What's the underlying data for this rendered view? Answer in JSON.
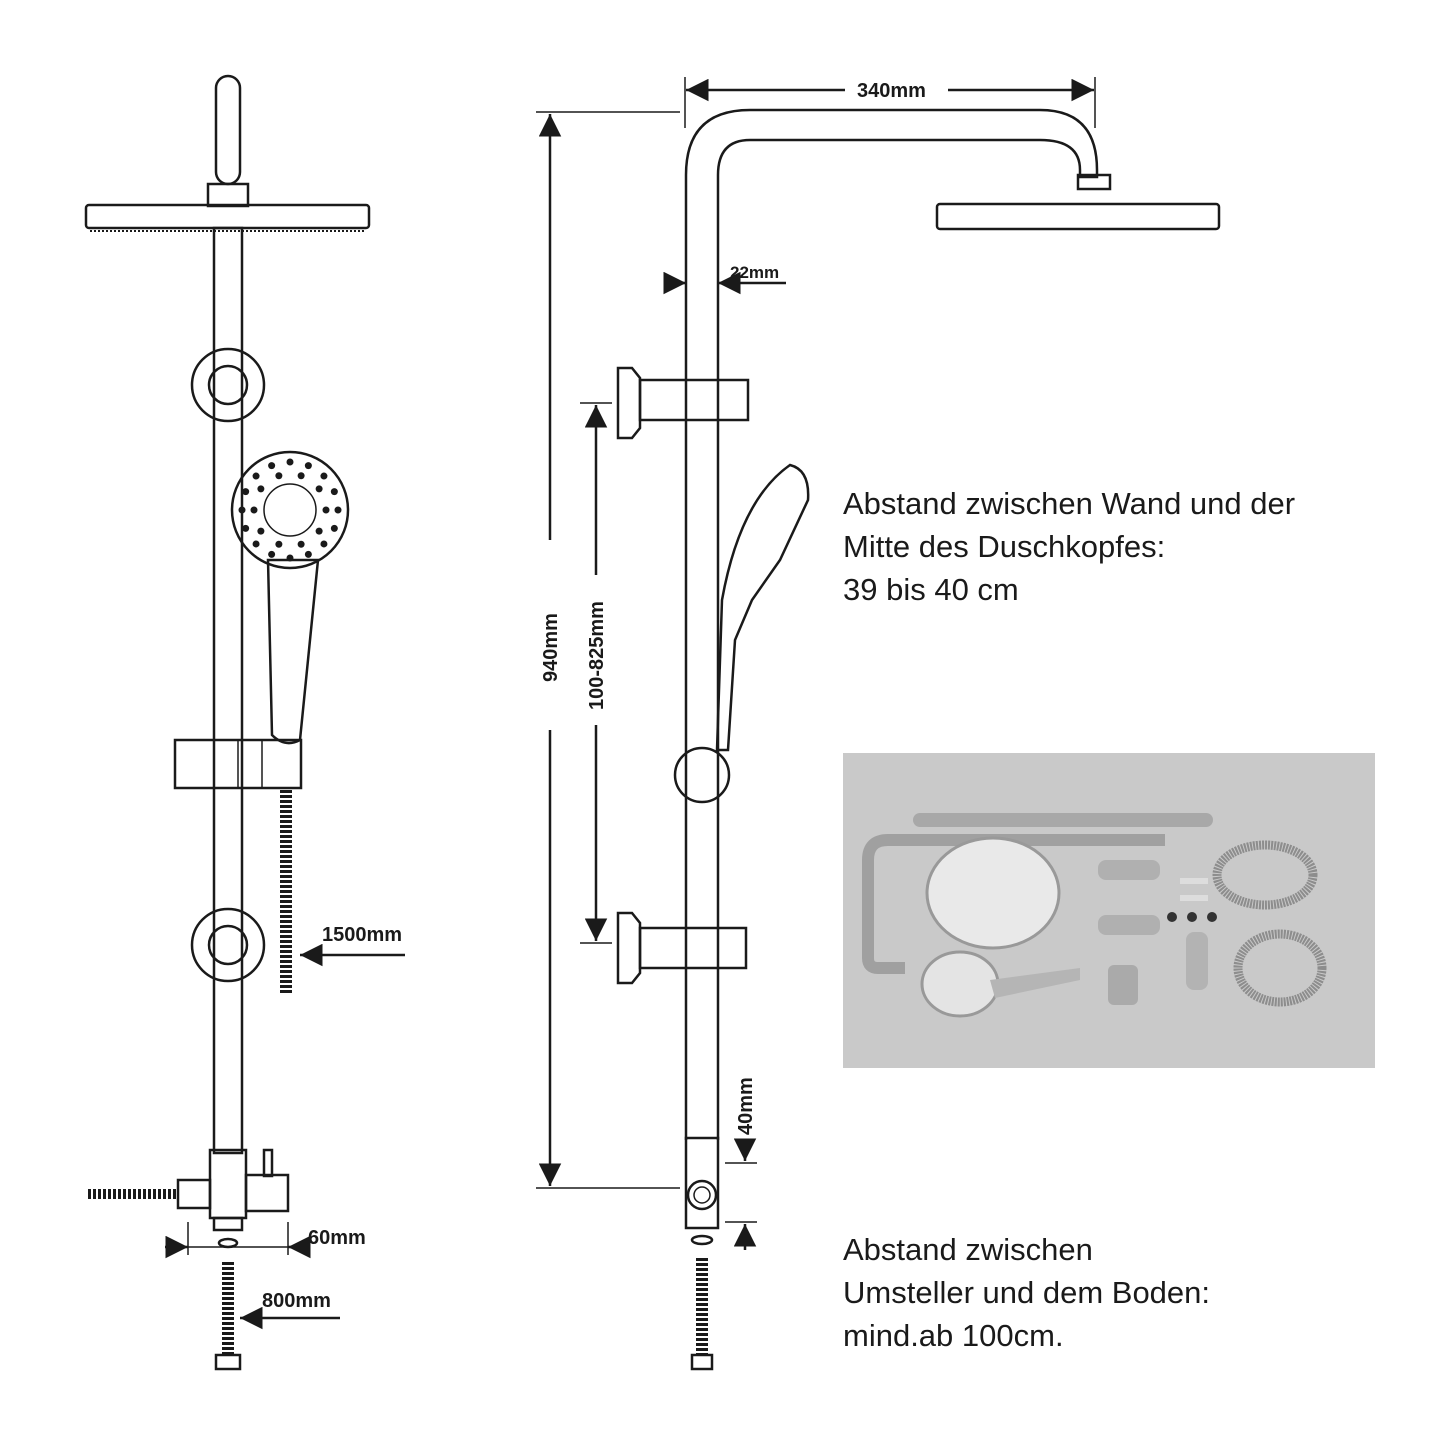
{
  "dimensions": {
    "hose_hand": "1500mm",
    "diverter_width": "60mm",
    "hose_supply": "800mm",
    "arm_length": "340mm",
    "pipe_diameter": "22mm",
    "total_height": "940mm",
    "bracket_range": "100-825mm",
    "diverter_offset": "40mm"
  },
  "notes": {
    "wall_distance": [
      "Abstand zwischen Wand und der",
      "Mitte des Duschkopfes:",
      "39 bis 40 cm"
    ],
    "floor_distance": [
      "Abstand zwischen",
      "Umsteller und dem Boden:",
      "mind.ab 100cm."
    ]
  },
  "colors": {
    "line": "#1a1a1a",
    "photo_bg": "#c8c8c8",
    "chrome": "#9a9a9a"
  }
}
